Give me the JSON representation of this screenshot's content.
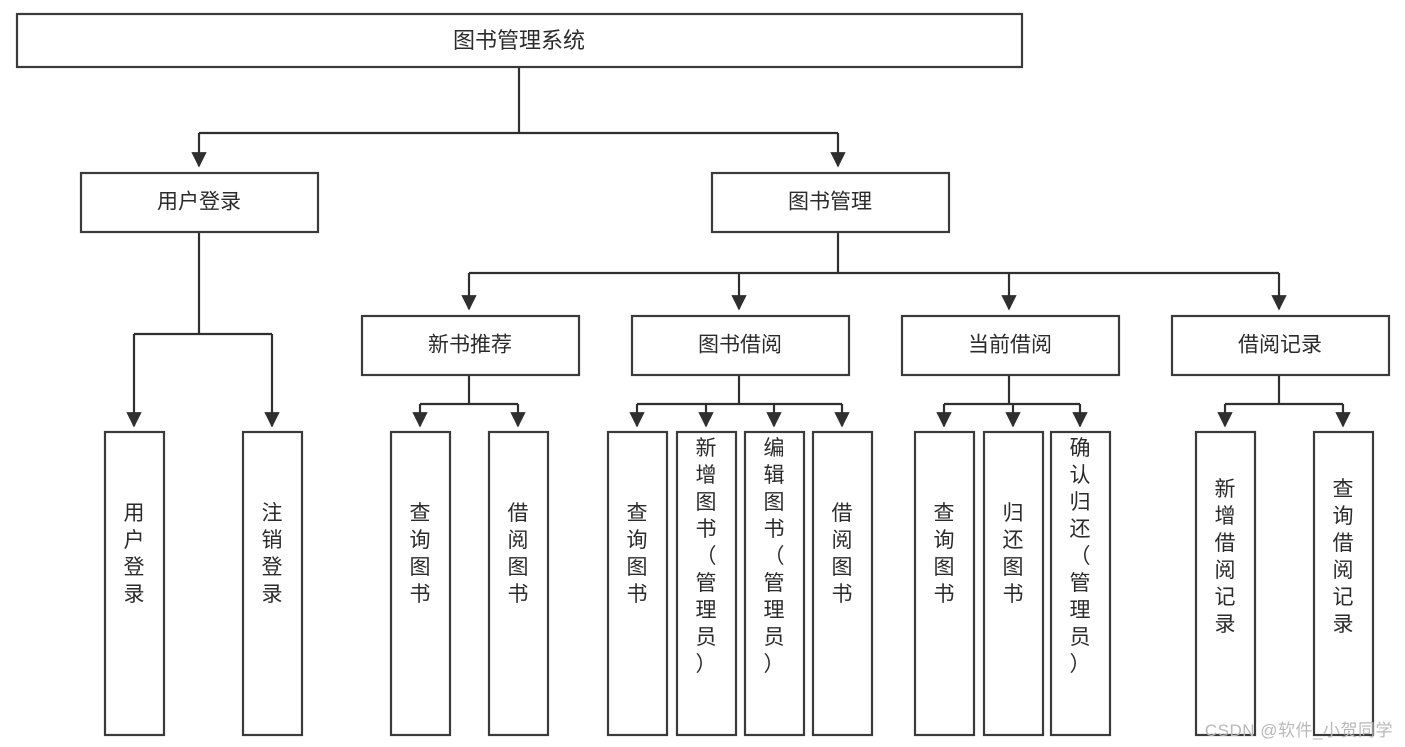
{
  "diagram": {
    "title": "图书管理系统",
    "type": "tree",
    "watermark": "CSDN @软件_小贺同学",
    "colors": {
      "box_stroke": "#3b3b3b",
      "edge": "#2f2f2f",
      "text": "#2b2b2b",
      "background": "#ffffff",
      "watermark": "#b9b9b9"
    },
    "root": {
      "label": "图书管理系统"
    },
    "level2": [
      {
        "label": "用户登录"
      },
      {
        "label": "图书管理"
      }
    ],
    "level3": [
      {
        "label": "新书推荐"
      },
      {
        "label": "图书借阅"
      },
      {
        "label": "当前借阅"
      },
      {
        "label": "借阅记录"
      }
    ],
    "leaves": {
      "user_login": [
        {
          "label": "用户登录"
        },
        {
          "label": "注销登录"
        }
      ],
      "new_book_recommend": [
        {
          "label": "查询图书"
        },
        {
          "label": "借阅图书"
        }
      ],
      "book_borrow": [
        {
          "label": "查询图书"
        },
        {
          "label": "新增图书（管理员）"
        },
        {
          "label": "编辑图书（管理员）"
        },
        {
          "label": "借阅图书"
        }
      ],
      "current_borrow": [
        {
          "label": "查询图书"
        },
        {
          "label": "归还图书"
        },
        {
          "label": "确认归还（管理员）"
        }
      ],
      "borrow_record": [
        {
          "label": "新增借阅记录"
        },
        {
          "label": "查询借阅记录"
        }
      ]
    }
  }
}
